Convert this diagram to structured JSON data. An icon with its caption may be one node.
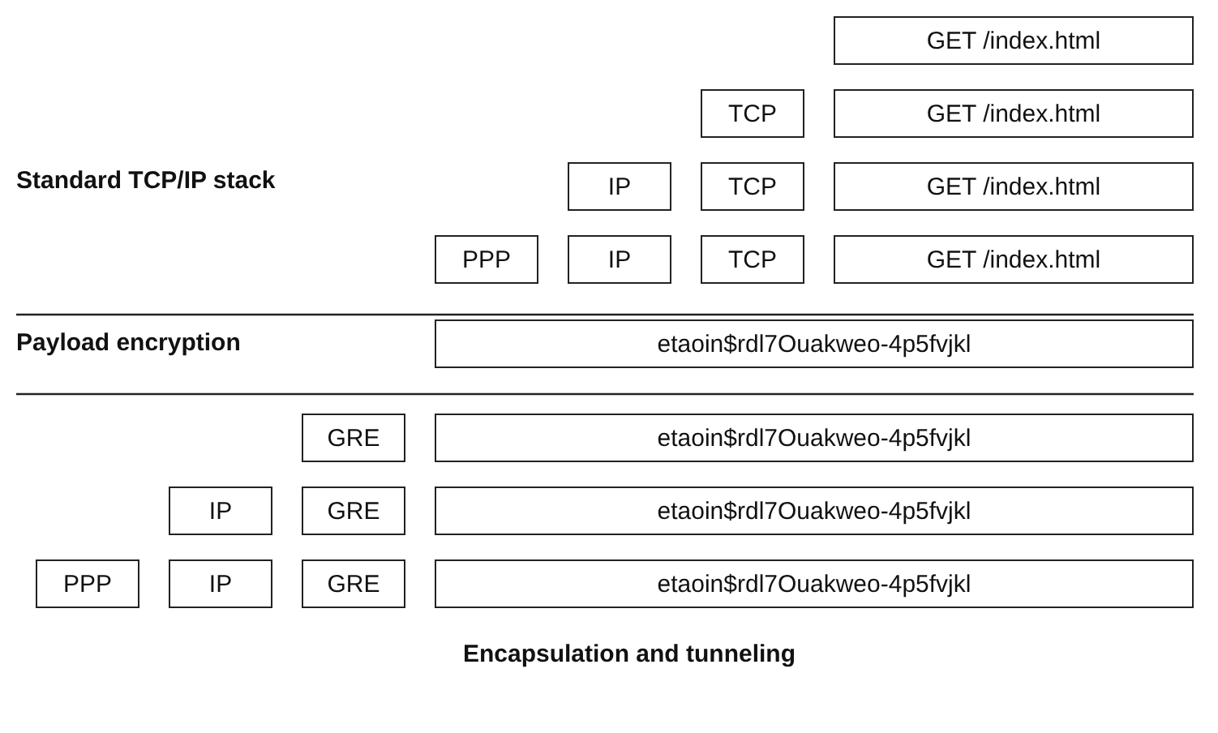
{
  "diagram": {
    "nodes": [
      {
        "text": [
          "GET /index.html"
        ]
      },
      {
        "text": [
          "TCP"
        ]
      },
      {
        "text": [
          "GET /index.html"
        ]
      },
      {
        "text": [
          "IP"
        ]
      },
      {
        "text": [
          "TCP"
        ]
      },
      {
        "text": [
          "GET /index.html"
        ]
      },
      {
        "text": [
          "PPP"
        ]
      },
      {
        "text": [
          "IP"
        ]
      },
      {
        "text": [
          "TCP"
        ]
      },
      {
        "text": [
          "GET /index.html"
        ]
      },
      {
        "text": [
          "etaoin$rdl7Ouakweo-4p5fvjkl"
        ]
      },
      {
        "text": [
          "GRE"
        ]
      },
      {
        "text": [
          "etaoin$rdl7Ouakweo-4p5fvjkl"
        ]
      },
      {
        "text": [
          "IP"
        ]
      },
      {
        "text": [
          "GRE"
        ]
      },
      {
        "text": [
          "etaoin$rdl7Ouakweo-4p5fvjkl"
        ]
      },
      {
        "text": [
          "PPP"
        ]
      },
      {
        "text": [
          "IP"
        ]
      },
      {
        "text": [
          "GRE"
        ]
      },
      {
        "text": [
          "etaoin$rdl7Ouakweo-4p5fvjkl"
        ]
      }
    ],
    "labels": [
      "Standard TCP/IP stack",
      "Payload encryption",
      "Encapsulation and tunneling"
    ]
  }
}
